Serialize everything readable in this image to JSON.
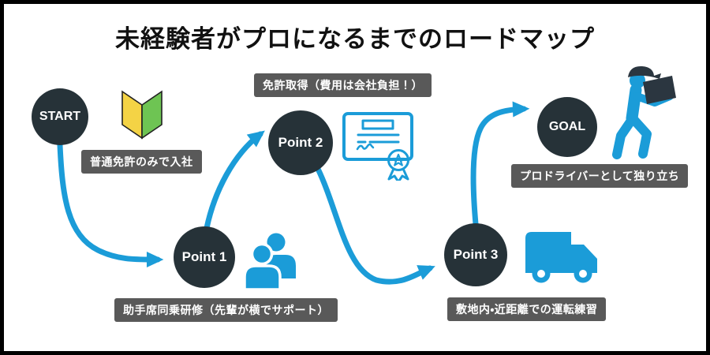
{
  "title": "未経験者がプロになるまでのロードマップ",
  "colors": {
    "accent": "#1b9cd8",
    "node": "#263238",
    "label_bg": "#595959",
    "wakaba_yellow": "#f4d345",
    "wakaba_green": "#6ec453",
    "dark_accessory": "#2b3640",
    "frame": "#000000",
    "title_color": "#111111"
  },
  "roadmap": {
    "start": {
      "label": "START",
      "caption": "普通免許のみで入社",
      "icon": "beginner-mark-icon"
    },
    "point1": {
      "label": "Point 1",
      "caption": "助手席同乗研修（先輩が横でサポート）",
      "icon": "people-icon"
    },
    "point2": {
      "label": "Point 2",
      "caption": "免許取得（費用は会社負担！）",
      "icon": "certificate-icon"
    },
    "point3": {
      "label": "Point 3",
      "caption": "敷地内・近距離での運転練習",
      "icon": "truck-icon"
    },
    "goal": {
      "label": "GOAL",
      "caption": "プロドライバーとして独り立ち",
      "icon": "delivery-person-icon"
    }
  }
}
